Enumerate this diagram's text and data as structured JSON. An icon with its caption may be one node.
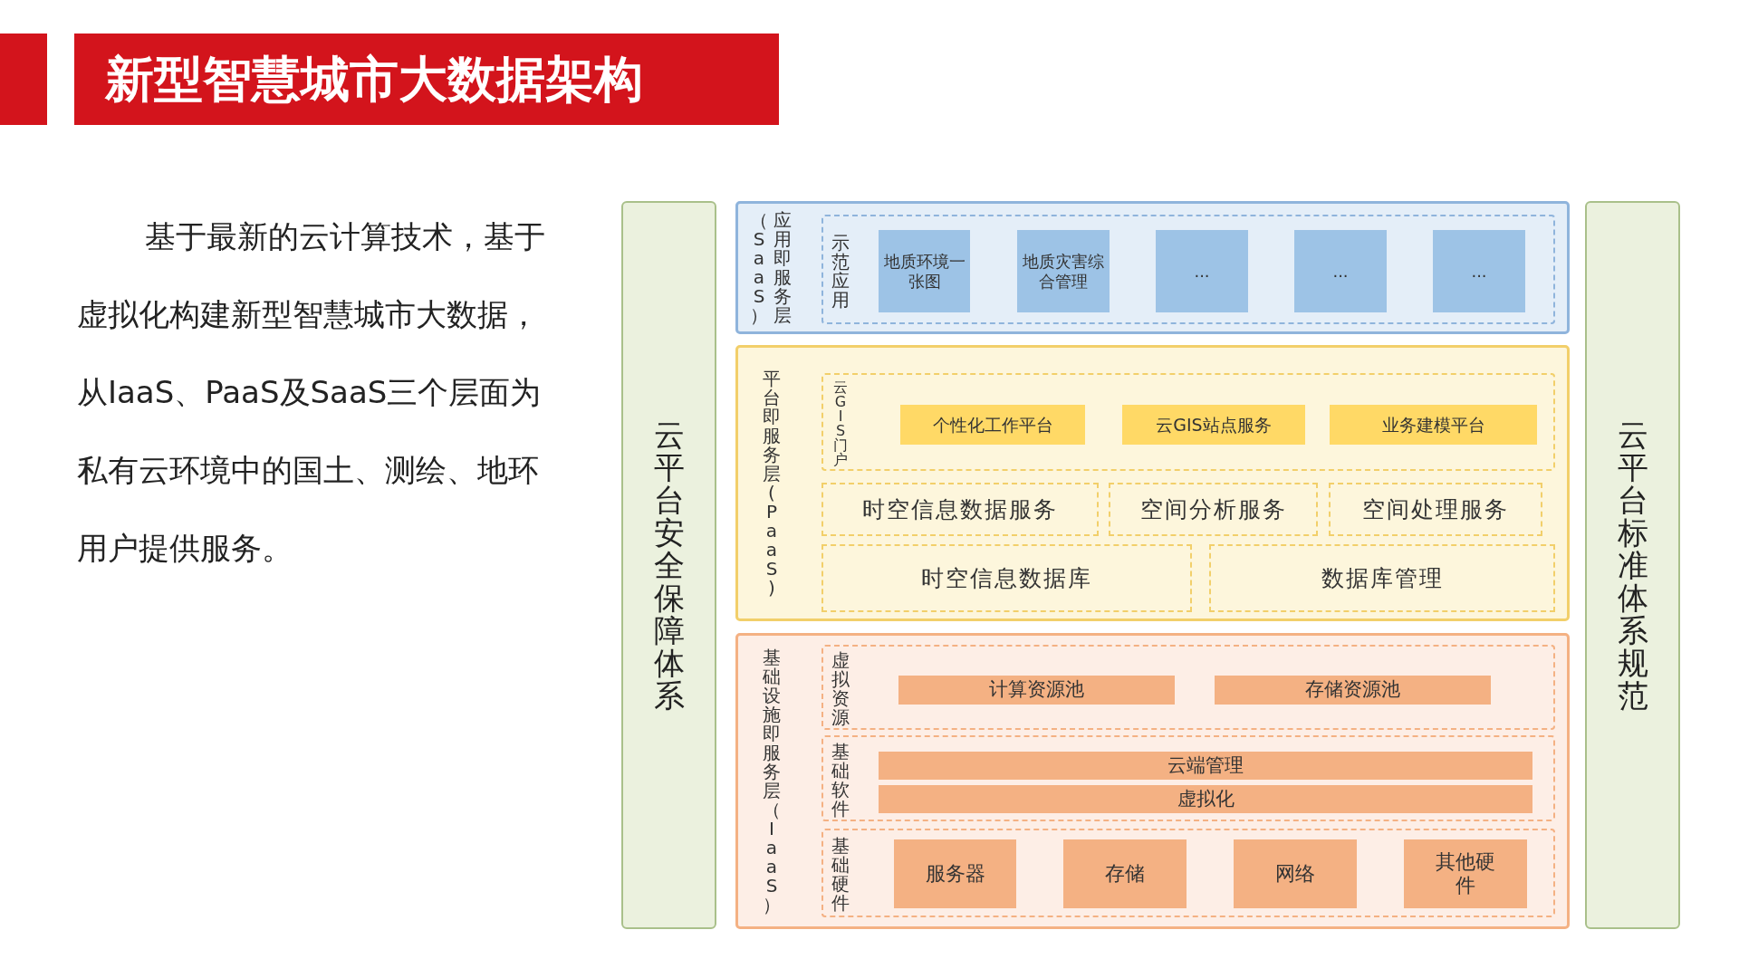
{
  "diagram": {
    "title": "新型智慧城市大数据架构",
    "nodes": [
      {
        "text": [
          "云平台安全保障体系"
        ]
      },
      {
        "text": [
          "（SaaS）",
          "应用即服务层"
        ]
      },
      {
        "text": [
          "示范应用"
        ],
        "in": 1
      },
      {
        "text": [
          "地质环境一张图"
        ],
        "in": 2
      },
      {
        "text": [
          "地质灾害综合管理"
        ],
        "in": 2
      },
      {
        "text": [
          "..."
        ],
        "in": 2
      },
      {
        "text": [
          "..."
        ],
        "in": 2
      },
      {
        "text": [
          "..."
        ],
        "in": 2
      },
      {
        "text": [
          "平台即服务层(PaaS)"
        ]
      },
      {
        "text": [
          "云GIS门户"
        ],
        "in": 8
      },
      {
        "text": [
          "个性化工作平台"
        ],
        "in": 9
      },
      {
        "text": [
          "云GIS站点服务"
        ],
        "in": 9
      },
      {
        "text": [
          "业务建模平台"
        ],
        "in": 9
      },
      {
        "text": [
          "时空信息数据服务"
        ],
        "in": 8
      },
      {
        "text": [
          "空间分析服务"
        ],
        "in": 8
      },
      {
        "text": [
          "空间处理服务"
        ],
        "in": 8
      },
      {
        "text": [
          "时空信息数据库"
        ],
        "in": 8
      },
      {
        "text": [
          "数据库管理"
        ],
        "in": 8
      },
      {
        "text": [
          "基础设施即服务层（IaaS）"
        ]
      },
      {
        "text": [
          "虚拟资源"
        ],
        "in": 18
      },
      {
        "text": [
          "计算资源池"
        ],
        "in": 19
      },
      {
        "text": [
          "存储资源池"
        ],
        "in": 19
      },
      {
        "text": [
          "基础软件"
        ],
        "in": 18
      },
      {
        "text": [
          "云端管理"
        ],
        "in": 22
      },
      {
        "text": [
          "虚拟化"
        ],
        "in": 22
      },
      {
        "text": [
          "基础硬件"
        ],
        "in": 18
      },
      {
        "text": [
          "服务器"
        ],
        "in": 25
      },
      {
        "text": [
          "存储"
        ],
        "in": 25
      },
      {
        "text": [
          "网络"
        ],
        "in": 25
      },
      {
        "text": [
          "其他硬件"
        ],
        "in": 25
      },
      {
        "text": [
          "云平台标准体系规范"
        ]
      }
    ],
    "labels": [
      "基于最新的云计算技术，基于虚拟化构建新型智慧城市大数据，从IaaS、PaaS及SaaS三个层面为私有云环境中的国土、测绘、地环用户提供服务。"
    ]
  }
}
